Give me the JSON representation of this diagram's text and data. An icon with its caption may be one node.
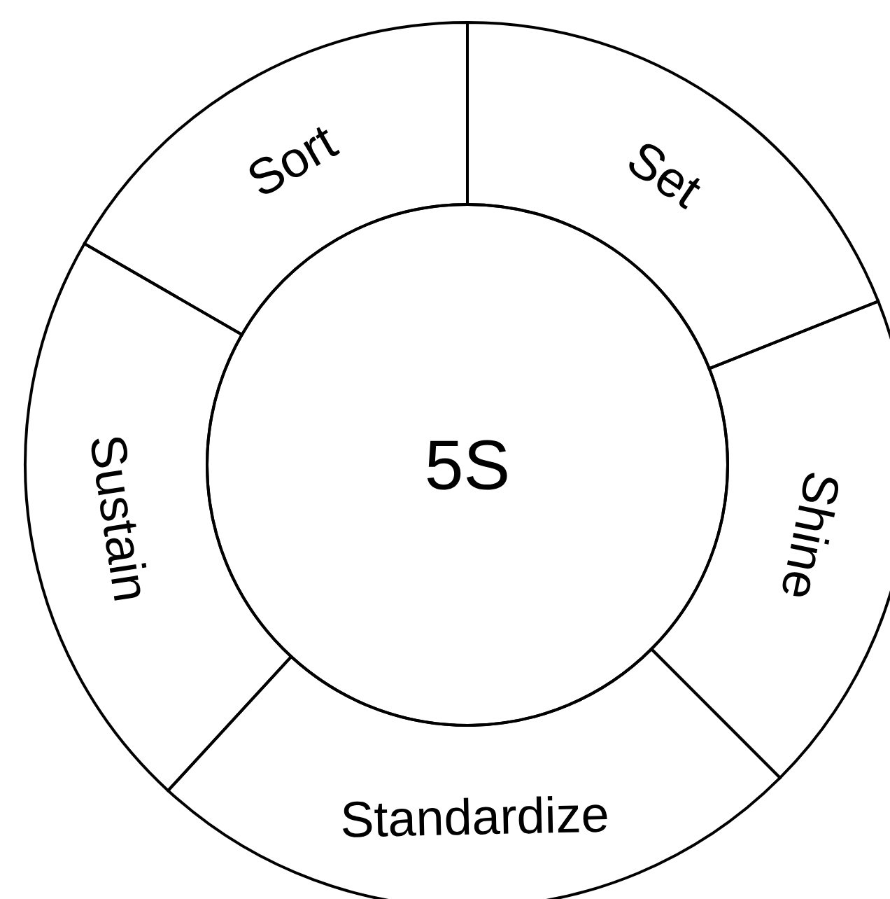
{
  "diagram": {
    "nodes": [
      {
        "text": [
          "5S"
        ]
      },
      {
        "text": [
          "Sort"
        ]
      },
      {
        "text": [
          "Set"
        ]
      },
      {
        "text": [
          "Shine"
        ]
      },
      {
        "text": [
          "Standardize"
        ]
      },
      {
        "text": [
          "Sustain"
        ]
      }
    ]
  }
}
